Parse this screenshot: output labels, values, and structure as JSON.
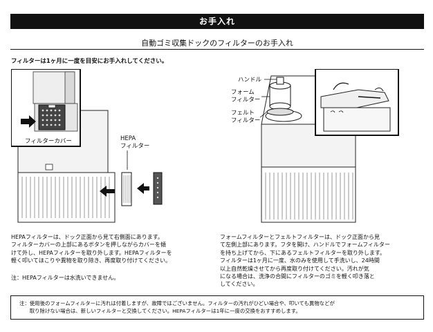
{
  "header": {
    "title": "お手入れ"
  },
  "section": {
    "title": "自動ゴミ収集ドックのフィルターのお手入れ"
  },
  "lead": "フィルターは1ヶ月に一度を目安にお手入れしてください。",
  "figure_left": {
    "callout_label": "フィルターカバー",
    "filter_label_line1": "HEPA",
    "filter_label_line2": "フィルター"
  },
  "figure_right": {
    "handle_label": "ハンドル",
    "foam_label_line1": "フォーム",
    "foam_label_line2": "フィルター",
    "felt_label_line1": "フェルト",
    "felt_label_line2": "フィルター"
  },
  "para_left": "HEPAフィルターは、ドック正面から見て右側面にあります。\nフィルターカバーの上部にあるボタンを押しながらカバーを傾\nけて外し、HEPAフィルターを取り外します。HEPAフィルターを\n軽く叩いてほこりや異物を取り除き、再度取り付けてください。",
  "note_left": "注：HEPAフィルターは水洗いできません。",
  "para_right": "フォームフィルターとフェルトフィルターは、ドック正面から見\nて左側上部にあります。フタを開け、ハンドルでフォームフィルター\nを持ち上げてから、下にあるフェルトフィルターを取り外します。\nフィルターは1ヶ月に一度、水のみを使用して手洗いし、24時間\n以上自然乾燥させてから再度取り付けてください。汚れが気\nになる場合は、洗浄の合間にフィルターのゴミを軽く叩き落と\nしてください。",
  "bottom_note": "注：使用後のフォームフィルターに汚れは付着しますが、故障ではございません。フィルターの汚れがひどい場合や、叩いても異物などが\n　　取り除けない場合は、新しいフィルターと交換してください。HEPAフィルターは1年に一度の交換をおすすめします。"
}
